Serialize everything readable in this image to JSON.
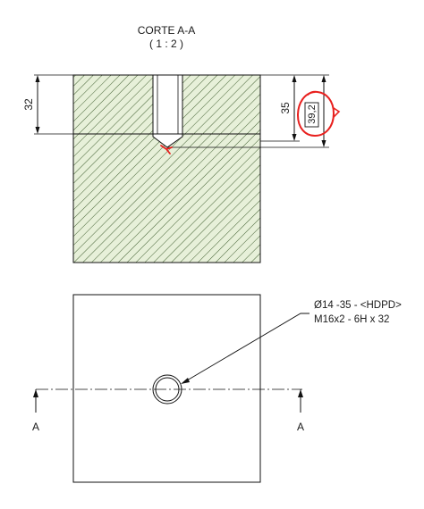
{
  "section": {
    "title": "CORTE A-A",
    "scale": "( 1 : 2 )"
  },
  "dimensions": {
    "left_depth": "32",
    "right_depth": "35",
    "reference_depth": "39,2"
  },
  "hole_callout": {
    "line1": "Ø14 -35 - <HDPD>",
    "line2": "M16x2 - 6H x 32"
  },
  "section_marks": {
    "left": "A",
    "right": "A"
  },
  "colors": {
    "hatch_fill": "#e7f0d9",
    "hatch_line": "#2f4f1f",
    "outline": "#111111",
    "markup": "#e8201e"
  }
}
